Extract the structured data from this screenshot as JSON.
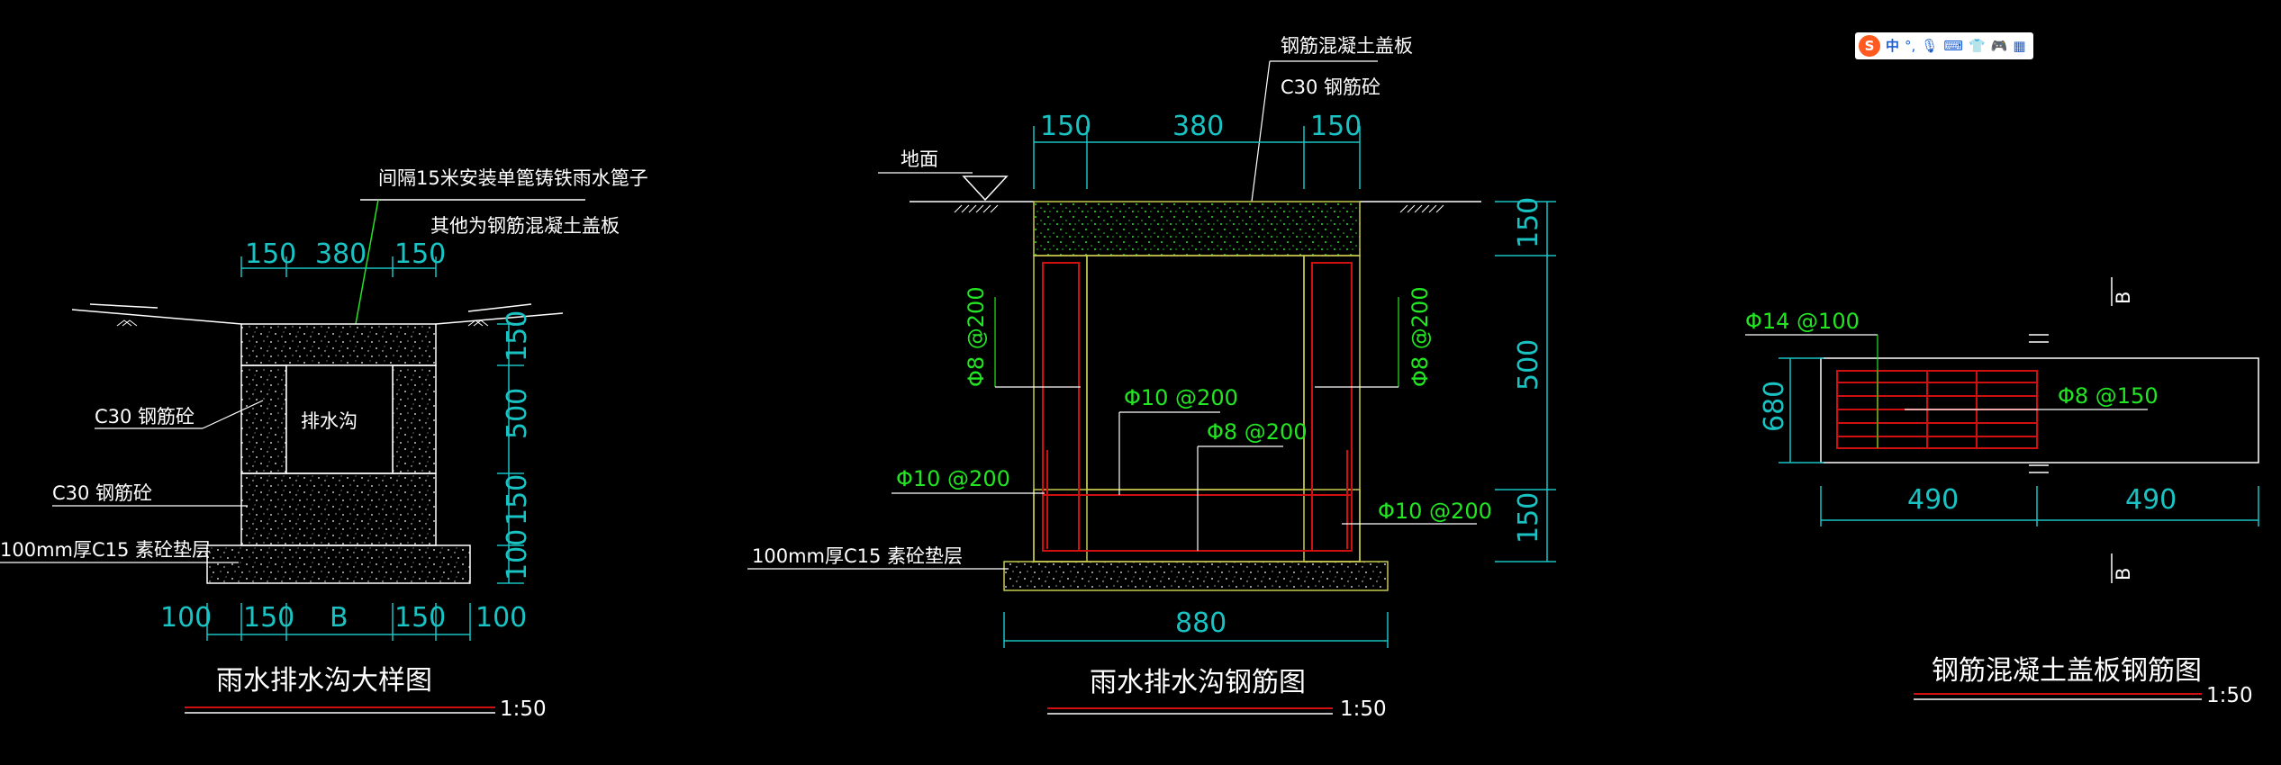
{
  "colors": {
    "background": "#000000",
    "dimension": "#19c3c3",
    "annotation": "#22e622",
    "rebar": "#d01010",
    "text": "#ffffff"
  },
  "detail": {
    "note_grate": "间隔15米安装单篦铸铁雨水篦子",
    "note_cover": "其他为钢筋混凝土盖板",
    "dim_top": [
      "150",
      "380",
      "150"
    ],
    "dim_right": [
      "150",
      "500",
      "150",
      "100"
    ],
    "label_c30_wall": "C30 钢筋砼",
    "label_c30_base": "C30 钢筋砼",
    "label_channel": "排水沟",
    "label_cushion": "100mm厚C15 素砼垫层",
    "dim_bottom": [
      "100",
      "150",
      "B",
      "150",
      "100"
    ],
    "title": "雨水排水沟大样图",
    "scale": "1:50"
  },
  "rebar": {
    "label_cover": "钢筋混凝土盖板",
    "label_c30": "C30 钢筋砼",
    "label_ground": "地面",
    "dim_top": [
      "150",
      "380",
      "150"
    ],
    "dim_right": [
      "150",
      "500",
      "150"
    ],
    "label_left_wall": "Φ8 @200",
    "label_right_wall": "Φ8 @200",
    "label_center": "Φ10 @200",
    "label_center2": "Φ8 @200",
    "label_left_bottom": "Φ10 @200",
    "label_right_bottom": "Φ10 @200",
    "label_cushion": "100mm厚C15 素砼垫层",
    "dim_bottom": "880",
    "title": "雨水排水沟钢筋图",
    "scale": "1:50"
  },
  "slab": {
    "label_top_bar": "Φ14 @100",
    "label_bar": "Φ8 @150",
    "dim_height": "680",
    "dim_bottom": [
      "490",
      "490"
    ],
    "section_mark": "B",
    "title": "钢筋混凝土盖板钢筋图",
    "scale": "1:50"
  },
  "ime_toolbar": {
    "logo": "S",
    "mode": "中"
  }
}
